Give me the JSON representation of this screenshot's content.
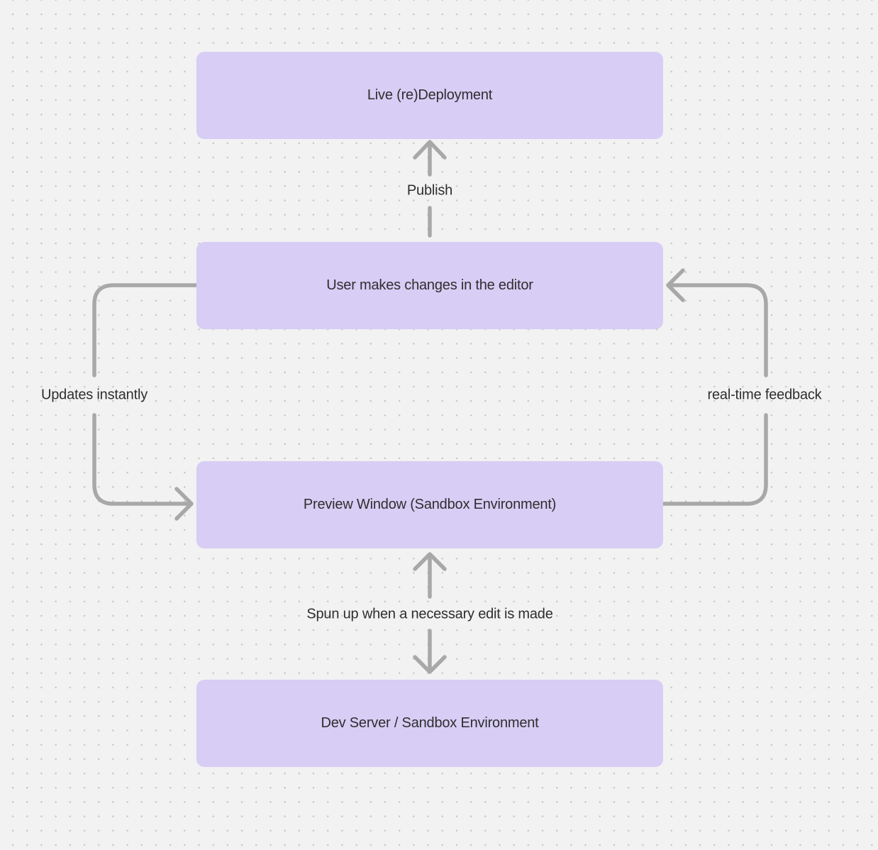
{
  "colors": {
    "bg": "#f2f2f2",
    "dot": "#c7c7ca",
    "node_fill": "#d8cdf4",
    "node_text": "#2e2e30",
    "arrow": "#a8a8a8",
    "label_text": "#2e2e30"
  },
  "diagram": {
    "type": "flowchart",
    "nodes": [
      {
        "id": "live-redeployment",
        "label": "Live (re)Deployment"
      },
      {
        "id": "user-editor",
        "label": "User makes changes in the editor"
      },
      {
        "id": "preview-window",
        "label": "Preview Window (Sandbox Environment)"
      },
      {
        "id": "dev-server",
        "label": "Dev Server / Sandbox Environment"
      }
    ],
    "edges": [
      {
        "id": "publish",
        "from": "user-editor",
        "to": "live-redeployment",
        "label": "Publish",
        "direction": "up"
      },
      {
        "id": "updates",
        "from": "user-editor",
        "to": "preview-window",
        "label": "Updates instantly",
        "direction": "left-curve-down"
      },
      {
        "id": "realtime",
        "from": "preview-window",
        "to": "user-editor",
        "label": "real-time feedback",
        "direction": "right-curve-up"
      },
      {
        "id": "spunup",
        "from": "preview-window",
        "to": "dev-server",
        "label": "Spun up when a necessary edit is made",
        "direction": "bidirectional"
      }
    ]
  }
}
